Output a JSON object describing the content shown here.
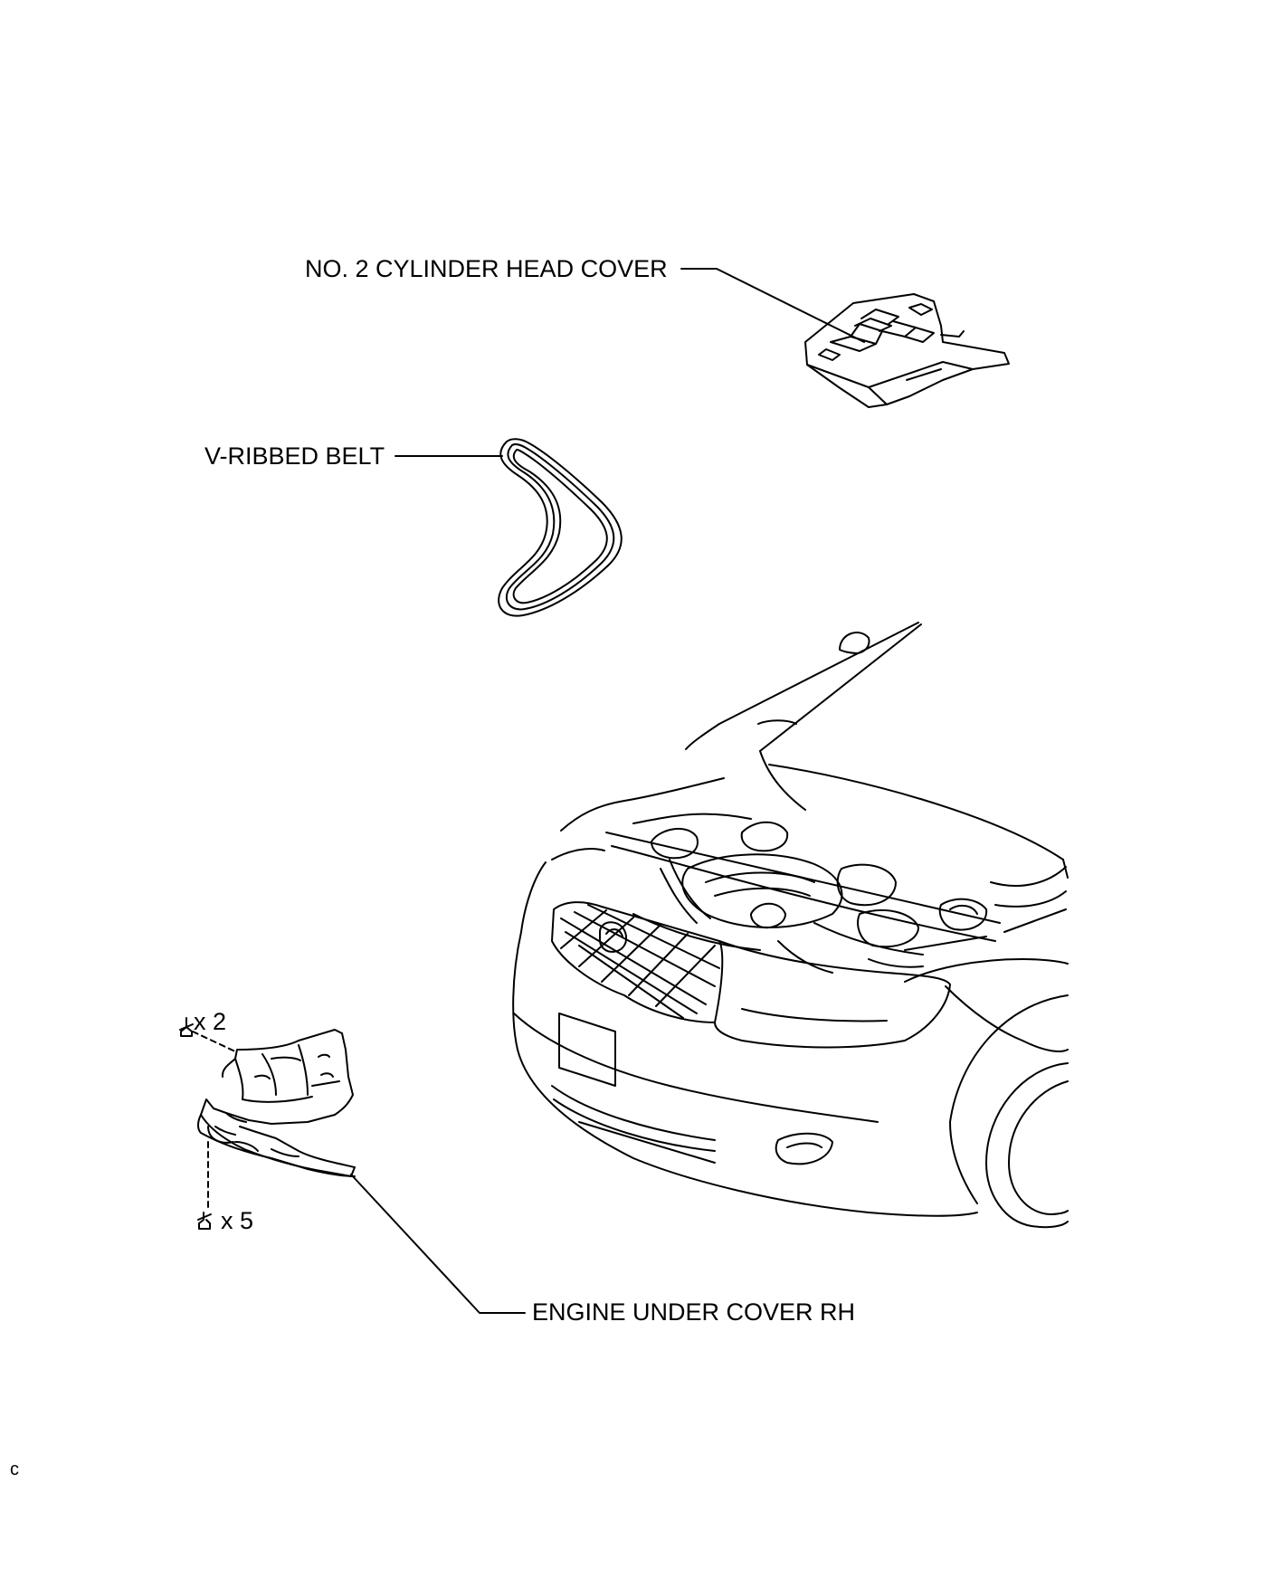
{
  "parts": {
    "head_cover": "NO. 2 CYLINDER HEAD COVER",
    "belt": "V-RIBBED BELT",
    "under_cover": "ENGINE UNDER COVER RH"
  },
  "fasteners": {
    "upper_qty": "x 2",
    "lower_qty": "x 5"
  },
  "corner_mark": "c",
  "colors": {
    "line": "#000000",
    "background": "#ffffff"
  }
}
